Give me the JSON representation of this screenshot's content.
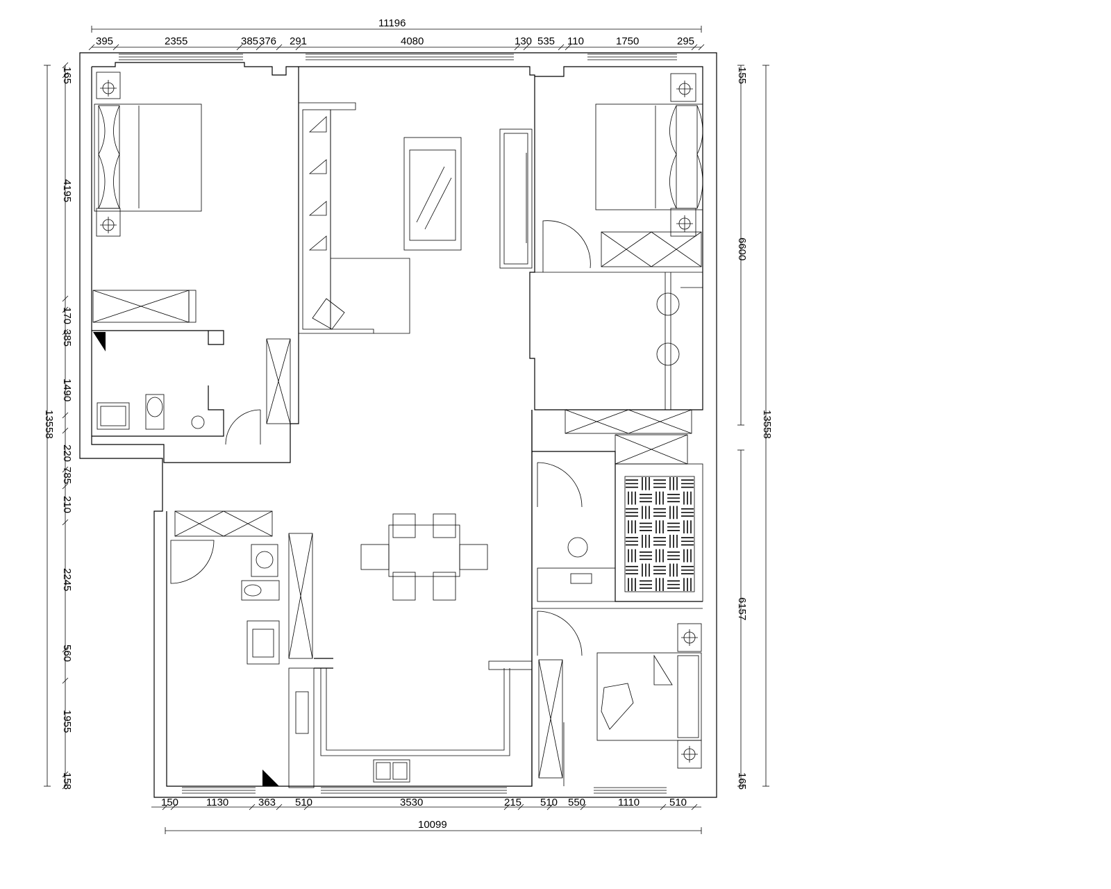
{
  "dimensions": {
    "top_total": "11196",
    "top_segments": [
      "395",
      "2355",
      "385",
      "376",
      "291",
      "4080",
      "130",
      "535",
      "110",
      "1750",
      "295"
    ],
    "bottom_total": "10099",
    "bottom_segments": [
      "150",
      "1130",
      "363",
      "510",
      "3530",
      "215",
      "510",
      "550",
      "1110",
      "510"
    ],
    "left_total": "13558",
    "left_segments": [
      "165",
      "4195",
      "170",
      "385",
      "1490",
      "220",
      "785",
      "210",
      "2245",
      "560",
      "1955",
      "158"
    ],
    "right_total": "13558",
    "right_upper": "6600",
    "right_lower": "6157",
    "right_segments": [
      "155",
      "165"
    ]
  }
}
